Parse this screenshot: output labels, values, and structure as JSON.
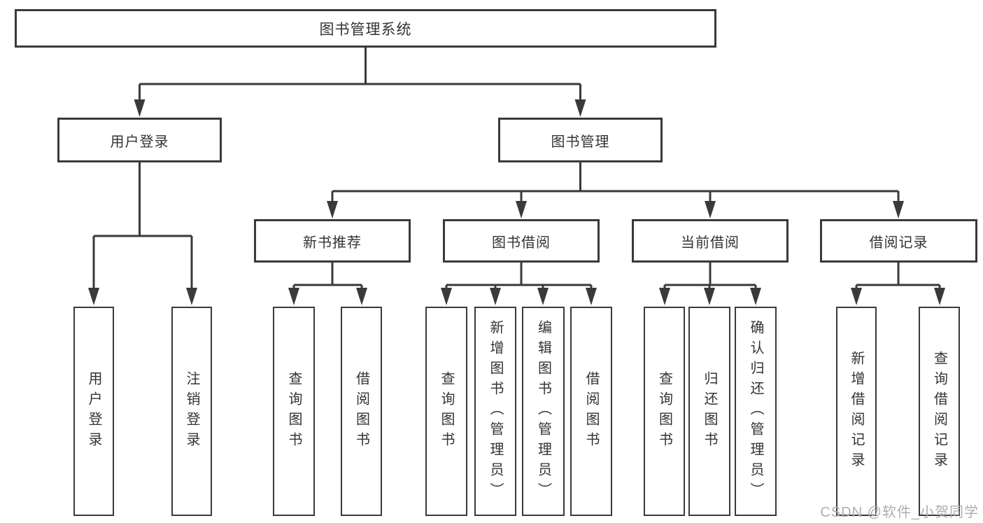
{
  "diagram": {
    "title": "图书管理系统",
    "tree": {
      "label": "图书管理系统",
      "children": [
        {
          "label": "用户登录",
          "children": [
            {
              "label": "用户登录"
            },
            {
              "label": "注销登录"
            }
          ]
        },
        {
          "label": "图书管理",
          "children": [
            {
              "label": "新书推荐",
              "children": [
                {
                  "label": "查询图书"
                },
                {
                  "label": "借阅图书"
                }
              ]
            },
            {
              "label": "图书借阅",
              "children": [
                {
                  "label": "查询图书"
                },
                {
                  "label": "新增图书（管理员）"
                },
                {
                  "label": "编辑图书（管理员）"
                },
                {
                  "label": "借阅图书"
                }
              ]
            },
            {
              "label": "当前借阅",
              "children": [
                {
                  "label": "查询图书"
                },
                {
                  "label": "归还图书"
                },
                {
                  "label": "确认归还（管理员）"
                }
              ]
            },
            {
              "label": "借阅记录",
              "children": [
                {
                  "label": "新增借阅记录"
                },
                {
                  "label": "查询借阅记录"
                }
              ]
            }
          ]
        }
      ]
    },
    "colors": {
      "line": "#3a3a3a",
      "box_border": "#3a3a3a",
      "text": "#333333",
      "watermark": "#aeaeae",
      "background": "#ffffff"
    }
  },
  "watermark": {
    "text": "CSDN @软件_小贺同学"
  }
}
